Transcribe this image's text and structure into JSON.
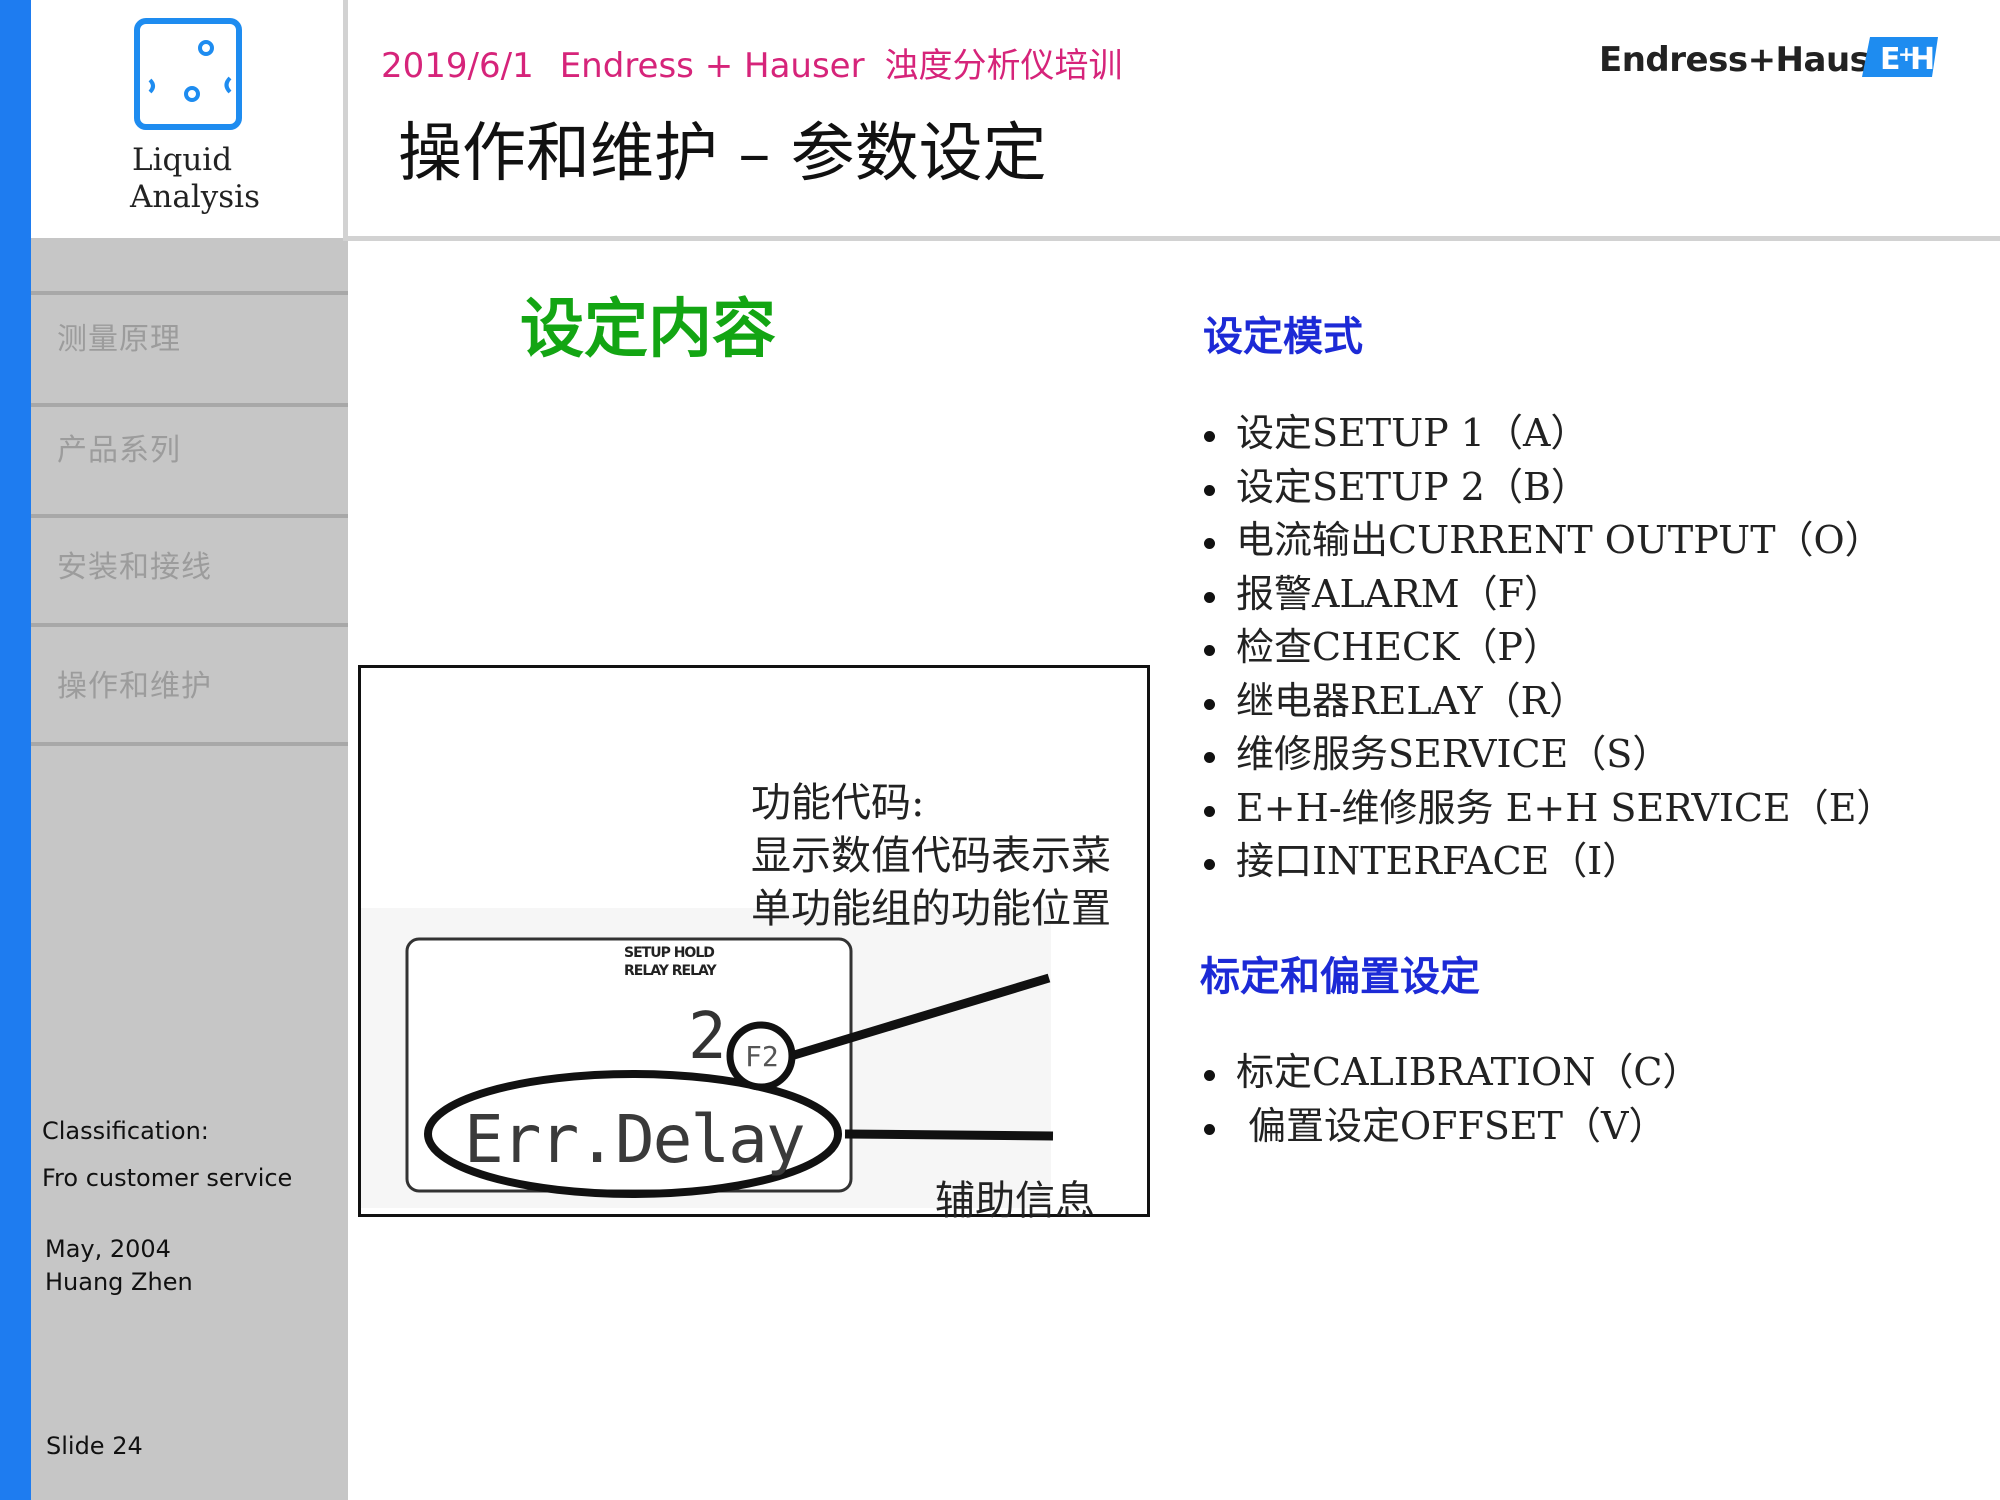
{
  "logo": {
    "line1": "Liquid",
    "line2": "Analysis"
  },
  "header": {
    "date": "2019/6/1",
    "company": "Endress + Hauser",
    "course": "浊度分析仪培训",
    "title": "操作和维护 – 参数设定",
    "brand": "Endress+Hauser",
    "brand_mark": "E+H"
  },
  "sidebar": {
    "items": [
      {
        "label": "测量原理"
      },
      {
        "label": "产品系列"
      },
      {
        "label": "安装和接线"
      },
      {
        "label": "操作和维护"
      }
    ],
    "classification_label": "Classification:",
    "classification_value": "Fro customer service",
    "date": "May, 2004",
    "author": "Huang Zhen",
    "slide": "Slide 24"
  },
  "main": {
    "heading": "设定内容",
    "setup_heading": "设定模式",
    "setup_items": [
      "设定SETUP 1（A）",
      "设定SETUP 2（B）",
      "电流输出CURRENT OUTPUT（O）",
      "报警ALARM（F）",
      "检查CHECK（P）",
      "继电器RELAY（R）",
      "维修服务SERVICE（S）",
      "E+H-维修服务 E+H SERVICE（E）",
      "接口INTERFACE（I）"
    ],
    "calib_heading": "标定和偏置设定",
    "calib_items": [
      "标定CALIBRATION（C）",
      "偏置设定OFFSET（V）"
    ]
  },
  "figure": {
    "func_code_title": "功能代码:",
    "func_code_line1": "显示数值代码表示菜",
    "func_code_line2": "单功能组的功能位置",
    "aux_info": "辅助信息",
    "lcd_top1": "SETUP HOLD",
    "lcd_top2": "RELAY RELAY",
    "lcd_number": "2",
    "lcd_func": "F2",
    "lcd_text": "Err.Delay"
  },
  "colors": {
    "accent_blue": "#1e7cf0",
    "header_pink": "#d6247a",
    "heading_green": "#13a513",
    "heading_blue": "#1c2ad6",
    "sidebar_gray": "#c6c6c6"
  }
}
